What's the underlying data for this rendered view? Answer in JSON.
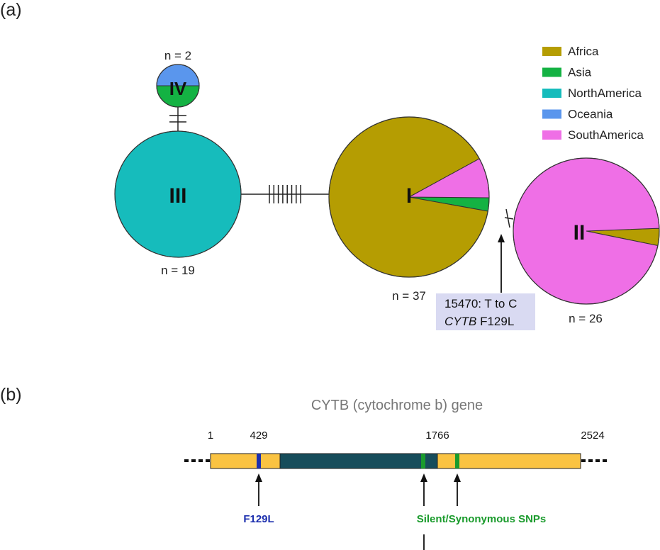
{
  "panel_a": {
    "label": "(a)",
    "haplotypes": [
      {
        "id": "I",
        "count": "n = 37",
        "composition": [
          {
            "region": "Africa",
            "fraction": 0.892
          },
          {
            "region": "Asia",
            "fraction": 0.027
          },
          {
            "region": "SouthAmerica",
            "fraction": 0.081
          }
        ]
      },
      {
        "id": "II",
        "count": "n = 26",
        "composition": [
          {
            "region": "SouthAmerica",
            "fraction": 0.962
          },
          {
            "region": "Africa",
            "fraction": 0.038
          }
        ]
      },
      {
        "id": "III",
        "count": "n = 19",
        "composition": [
          {
            "region": "NorthAmerica",
            "fraction": 1.0
          }
        ]
      },
      {
        "id": "IV",
        "count": "n = 2",
        "composition": [
          {
            "region": "Asia",
            "fraction": 0.5
          },
          {
            "region": "Oceania",
            "fraction": 0.5
          }
        ]
      }
    ],
    "links": [
      {
        "from": "III",
        "to": "IV",
        "mutations": 2
      },
      {
        "from": "III",
        "to": "I",
        "mutations": 8
      },
      {
        "from": "I",
        "to": "II",
        "mutations": 1
      }
    ],
    "legend": [
      {
        "label": "Africa",
        "color": "#b59d02"
      },
      {
        "label": "Asia",
        "color": "#14b243"
      },
      {
        "label": "NorthAmerica",
        "color": "#16bcbc"
      },
      {
        "label": "Oceania",
        "color": "#5a96ed"
      },
      {
        "label": "SouthAmerica",
        "color": "#ef6fe6"
      }
    ],
    "mutation_box": {
      "line1": "15470: T to C",
      "gene": "CYTB",
      "change": " F129L"
    }
  },
  "panel_b": {
    "label": "(b)",
    "title": "CYTB (cytochrome b) gene",
    "positions": [
      "1",
      "429",
      "1766",
      "2524"
    ],
    "f129l_label": "F129L",
    "snp_label": "Silent/Synonymous SNPs",
    "colors": {
      "gene_body": "#fac342",
      "core": "#174d5b",
      "f129l": "#1c2fae",
      "snp": "#1a9b2c"
    }
  }
}
